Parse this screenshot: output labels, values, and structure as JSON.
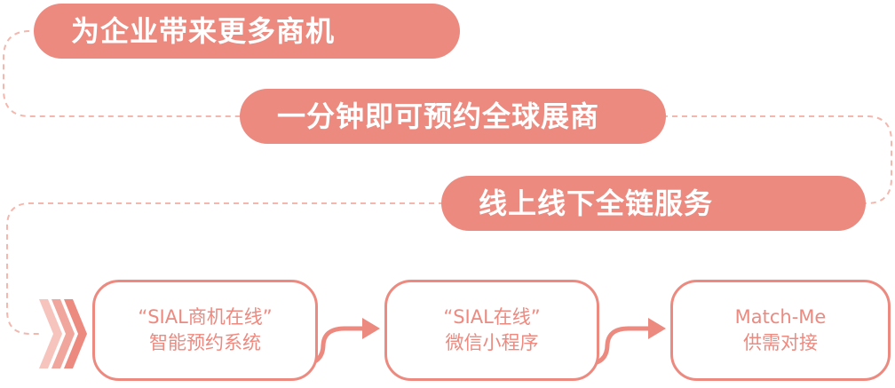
{
  "banners": [
    {
      "label": "为企业带来更多商机"
    },
    {
      "label": "一分钟即可预约全球展商"
    },
    {
      "label": "线上线下全链服务"
    }
  ],
  "steps": [
    {
      "line1": "“SIAL商机在线”",
      "line2": "智能预约系统"
    },
    {
      "line1": "“SIAL在线”",
      "line2": "微信小程序"
    },
    {
      "line1": "Match-Me",
      "line2": "供需对接"
    }
  ],
  "colors": {
    "accent": "#ec8a80",
    "accent_light": "#f4b7ae",
    "background": "#ffffff",
    "text_on_accent": "#ffffff"
  }
}
